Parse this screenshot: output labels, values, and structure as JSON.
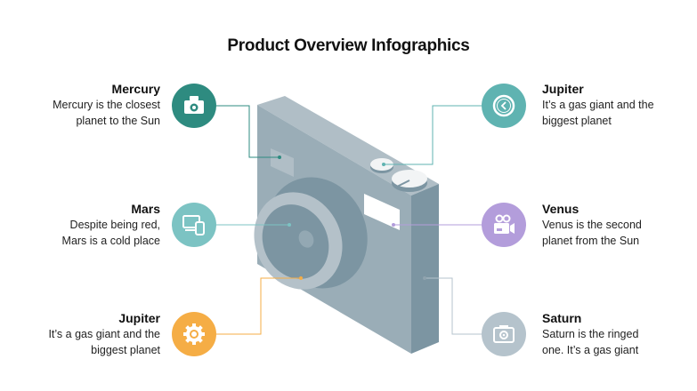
{
  "title": "Product Overview Infographics",
  "colors": {
    "mercury": "#2e8b80",
    "mars": "#7cc3c3",
    "jupiter_left": "#f5ad45",
    "jupiter_right": "#5fb3b1",
    "venus": "#b39ddb",
    "saturn": "#b5c3cc",
    "camera_light": "#a3b3bc",
    "camera_mid": "#8fa3ae",
    "camera_dark": "#74909e"
  },
  "items": {
    "mercury": {
      "name": "Mercury",
      "desc_line1": "Mercury is the closest",
      "desc_line2": "planet to the Sun",
      "icon": "camera-icon"
    },
    "mars": {
      "name": "Mars",
      "desc_line1": "Despite being red,",
      "desc_line2": "Mars is a cold place",
      "icon": "devices-icon"
    },
    "jupiter_left": {
      "name": "Jupiter",
      "desc_line1": "It’s a gas giant and the",
      "desc_line2": "biggest planet",
      "icon": "gear-icon"
    },
    "jupiter_right": {
      "name": "Jupiter",
      "desc_line1": "It’s a gas giant and the",
      "desc_line2": "biggest planet",
      "icon": "timer-icon"
    },
    "venus": {
      "name": "Venus",
      "desc_line1": "Venus is the second",
      "desc_line2": "planet from the Sun",
      "icon": "video-camera-icon"
    },
    "saturn": {
      "name": "Saturn",
      "desc_line1": "Saturn is the ringed",
      "desc_line2": "one. It’s a gas giant",
      "icon": "camera-icon"
    }
  }
}
